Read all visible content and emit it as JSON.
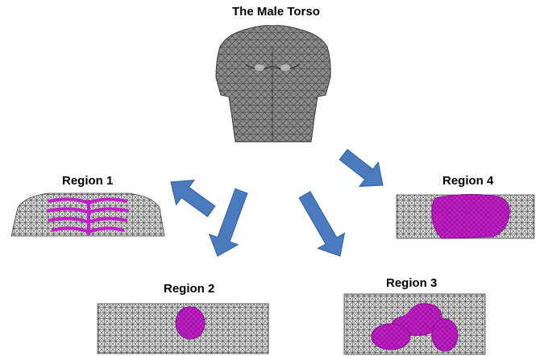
{
  "title": "The Male Torso",
  "regions": [
    {
      "label": "Region 1",
      "organ": "ribcage"
    },
    {
      "label": "Region 2",
      "organ": "heart"
    },
    {
      "label": "Region 3",
      "organ": "stomach-and-kidneys"
    },
    {
      "label": "Region 4",
      "organ": "liver"
    }
  ],
  "colors": {
    "mesh": "#4f4f4f",
    "mesh_light": "#bdbdbd",
    "organ": "#c21fc8",
    "arrow": "#4a7bbf",
    "arrow_stroke": "#2f5f9f"
  }
}
